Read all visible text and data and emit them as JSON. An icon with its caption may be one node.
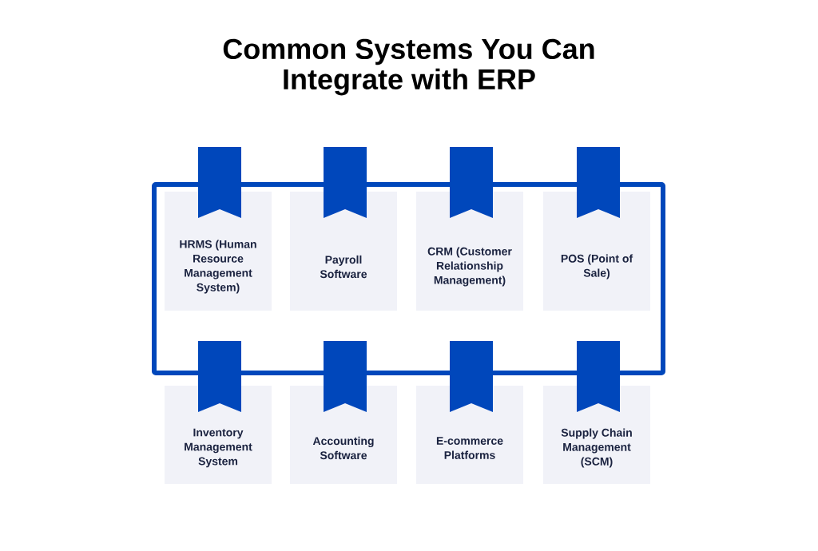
{
  "diagram": {
    "title": "Common Systems You Can Integrate with ERP",
    "nodes": [
      {
        "text": [
          "HRMS (Human Resource Management System)"
        ]
      },
      {
        "text": [
          "Payroll Software"
        ]
      },
      {
        "text": [
          "CRM (Customer Relationship Management)"
        ]
      },
      {
        "text": [
          "POS (Point of Sale)"
        ]
      },
      {
        "text": [
          "Inventory Management System"
        ]
      },
      {
        "text": [
          "Accounting Software"
        ]
      },
      {
        "text": [
          "E-commerce Platforms"
        ]
      },
      {
        "text": [
          "Supply Chain Management (SCM)"
        ]
      }
    ]
  }
}
